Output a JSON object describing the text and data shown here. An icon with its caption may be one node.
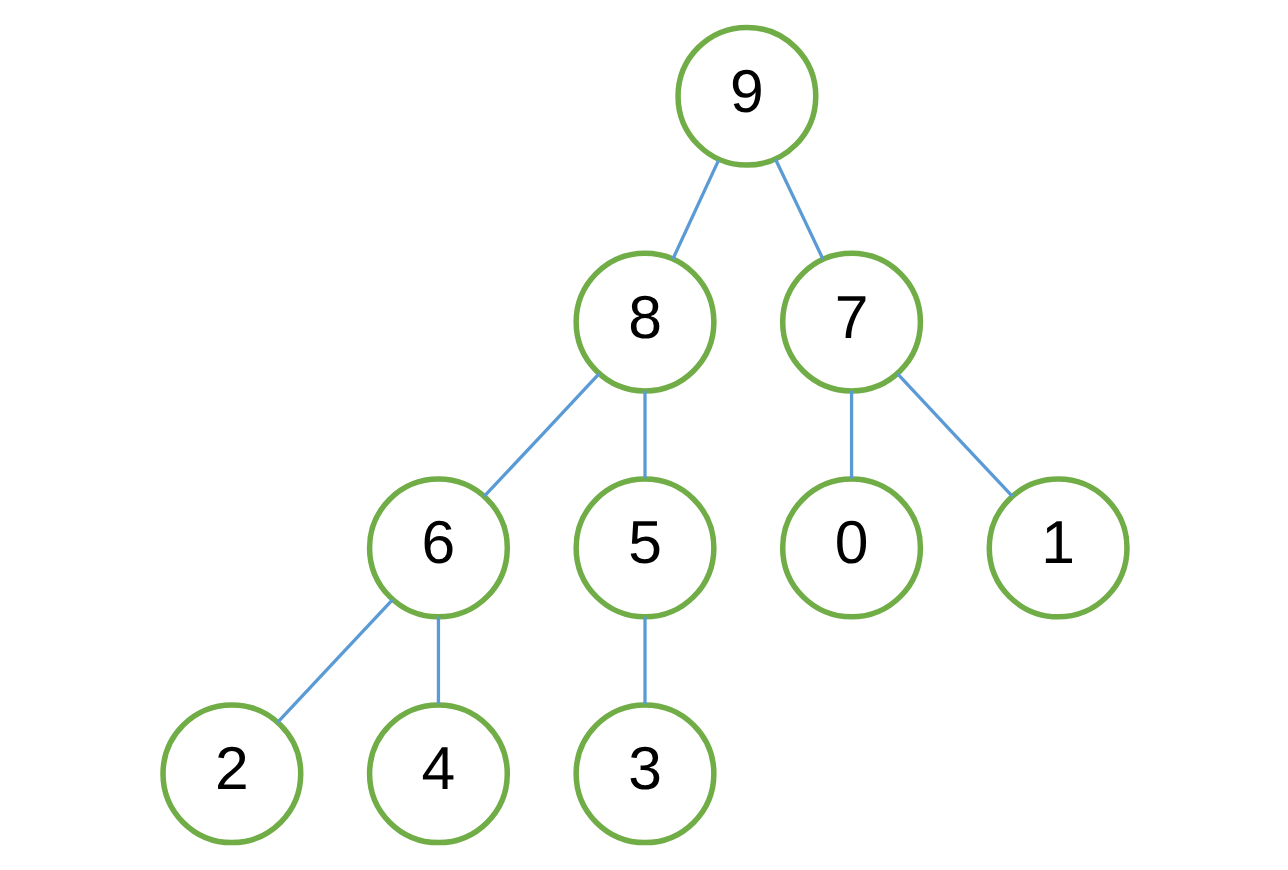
{
  "diagram": {
    "nodes": [
      {
        "text": [
          "9"
        ]
      },
      {
        "text": [
          "8"
        ]
      },
      {
        "text": [
          "7"
        ]
      },
      {
        "text": [
          "6"
        ]
      },
      {
        "text": [
          "5"
        ]
      },
      {
        "text": [
          "0"
        ]
      },
      {
        "text": [
          "1"
        ]
      },
      {
        "text": [
          "2"
        ]
      },
      {
        "text": [
          "4"
        ]
      },
      {
        "text": [
          "3"
        ]
      }
    ],
    "edges": [
      {
        "from": 0,
        "to": 1,
        "arrow": "none"
      },
      {
        "from": 0,
        "to": 2,
        "arrow": "none"
      },
      {
        "from": 1,
        "to": 3,
        "arrow": "none"
      },
      {
        "from": 1,
        "to": 4,
        "arrow": "none"
      },
      {
        "from": 2,
        "to": 5,
        "arrow": "none"
      },
      {
        "from": 2,
        "to": 6,
        "arrow": "none"
      },
      {
        "from": 3,
        "to": 7,
        "arrow": "none"
      },
      {
        "from": 3,
        "to": 8,
        "arrow": "none"
      },
      {
        "from": 4,
        "to": 9,
        "arrow": "none"
      }
    ]
  }
}
